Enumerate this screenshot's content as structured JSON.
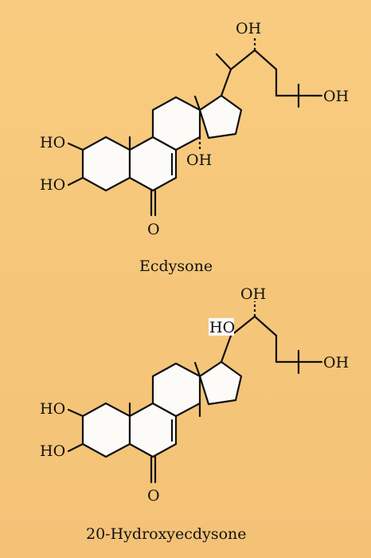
{
  "molecules": [
    {
      "name": "Ecdysone",
      "labels": {
        "oh_side_top": "OH",
        "oh_side_end": "OH",
        "ho_a1": "HO",
        "ho_a2": "HO",
        "oh_c14": "OH",
        "o_ketone": "O"
      }
    },
    {
      "name": "20-Hydroxyecdysone",
      "labels": {
        "oh_side_top": "OH",
        "ho_c20": "HO",
        "oh_side_end": "OH",
        "ho_a1": "HO",
        "ho_a2": "HO",
        "o_ketone": "O"
      }
    }
  ]
}
